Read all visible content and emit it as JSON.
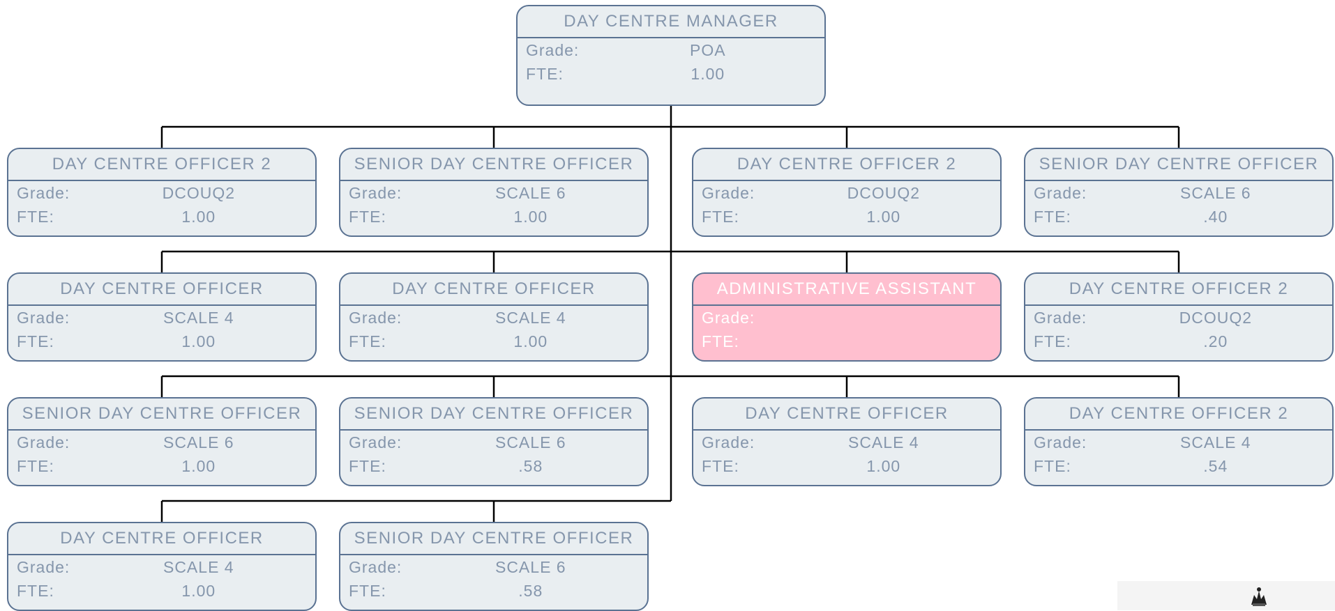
{
  "chart_type": "org-chart",
  "colors": {
    "box_fill": "#e9eef1",
    "box_border": "#5a7292",
    "text": "#8596ac",
    "highlight_fill": "#ffbfcf",
    "highlight_text": "#ffffff",
    "connector": "#000000"
  },
  "labels": {
    "grade": "Grade:",
    "fte": "FTE:"
  },
  "root": {
    "title": "DAY CENTRE MANAGER",
    "grade": "POA",
    "fte": "1.00"
  },
  "rows": [
    [
      {
        "title": "DAY CENTRE OFFICER 2",
        "grade": "DCOUQ2",
        "fte": "1.00"
      },
      {
        "title": "SENIOR DAY CENTRE OFFICER",
        "grade": "SCALE 6",
        "fte": "1.00"
      },
      {
        "title": "DAY CENTRE OFFICER 2",
        "grade": "DCOUQ2",
        "fte": "1.00"
      },
      {
        "title": "SENIOR DAY CENTRE OFFICER",
        "grade": "SCALE 6",
        "fte": ".40"
      }
    ],
    [
      {
        "title": "DAY CENTRE OFFICER",
        "grade": "SCALE 4",
        "fte": "1.00"
      },
      {
        "title": "DAY CENTRE OFFICER",
        "grade": "SCALE 4",
        "fte": "1.00"
      },
      {
        "title": "ADMINISTRATIVE ASSISTANT",
        "grade": "",
        "fte": "",
        "highlight": true
      },
      {
        "title": "DAY CENTRE OFFICER 2",
        "grade": "DCOUQ2",
        "fte": ".20"
      }
    ],
    [
      {
        "title": "SENIOR DAY CENTRE OFFICER",
        "grade": "SCALE 6",
        "fte": "1.00"
      },
      {
        "title": "SENIOR DAY CENTRE OFFICER",
        "grade": "SCALE 6",
        "fte": ".58"
      },
      {
        "title": "DAY CENTRE OFFICER",
        "grade": "SCALE 4",
        "fte": "1.00"
      },
      {
        "title": "DAY CENTRE OFFICER 2",
        "grade": "SCALE 4",
        "fte": ".54"
      }
    ],
    [
      {
        "title": "DAY CENTRE OFFICER",
        "grade": "SCALE 4",
        "fte": "1.00"
      },
      {
        "title": "SENIOR DAY CENTRE OFFICER",
        "grade": "SCALE 6",
        "fte": ".58"
      }
    ]
  ],
  "logo": {
    "icon": "crest-logo-icon"
  }
}
